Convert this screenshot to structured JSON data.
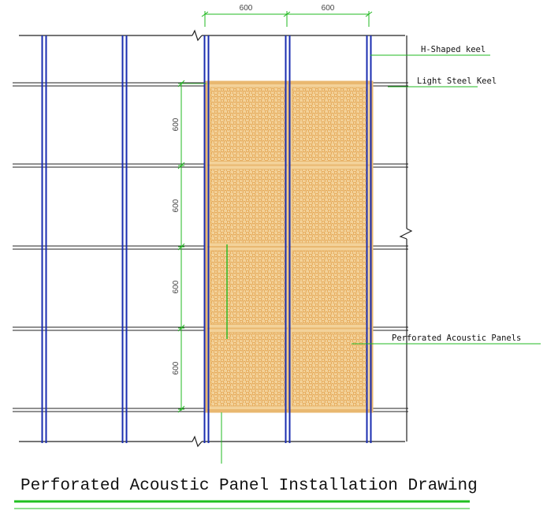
{
  "title": "Perforated Acoustic  Panel Installation Drawing",
  "labels": {
    "h_keel": "H-Shaped keel",
    "light_keel": "Light Steel Keel",
    "panels": "Perforated Acoustic  Panels"
  },
  "dimensions": {
    "horizontal": [
      "600",
      "600"
    ],
    "vertical": [
      "600",
      "600",
      "600",
      "600"
    ]
  },
  "layout": {
    "panel_columns": 2,
    "panel_rows": 4
  },
  "colors": {
    "h_keel": "#1a2db0",
    "light_keel": "#222222",
    "panel_fill": "#f3d29a",
    "panel_border": "#e9b870",
    "perforation": "#e2a04a",
    "dimension": "#22b822",
    "title_underline": "#22c022"
  }
}
